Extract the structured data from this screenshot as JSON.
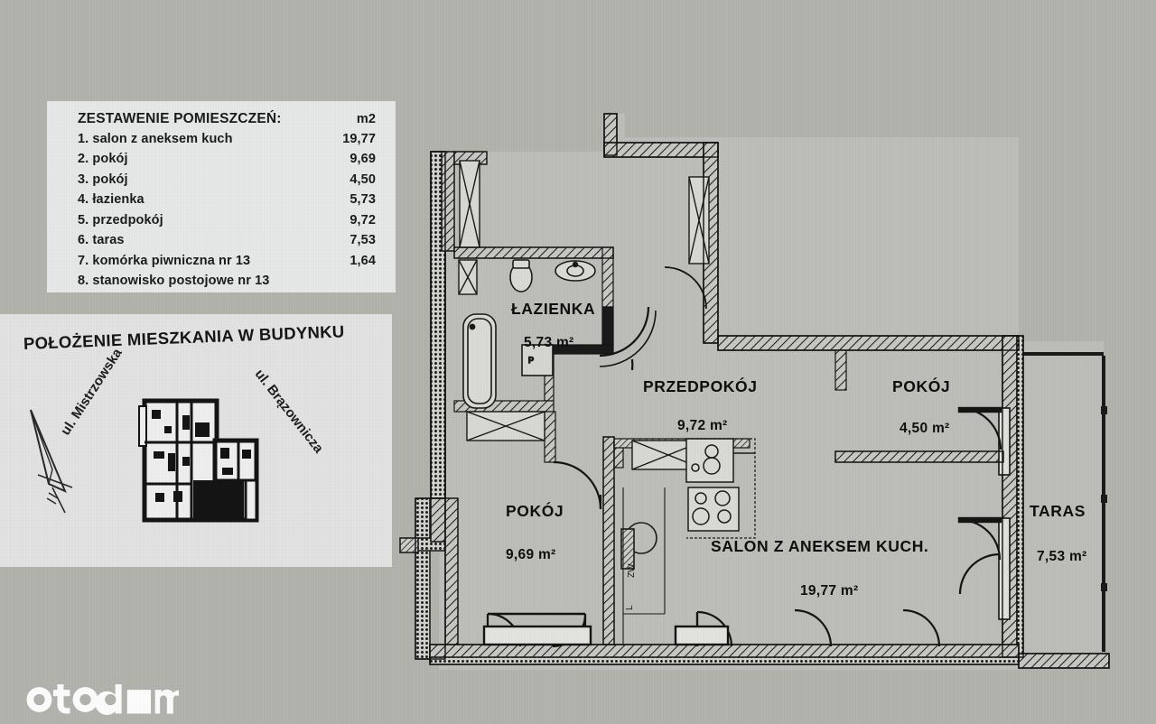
{
  "document": {
    "type": "floor-plan",
    "background_color": "#b4b5af",
    "ink_color": "#111111"
  },
  "legend": {
    "title": "ZESTAWENIE POMIESZCZEŃ:",
    "unit_header": "m2",
    "rows": [
      {
        "label": "1. salon z aneksem kuch",
        "value": "19,77"
      },
      {
        "label": "2. pokój",
        "value": "9,69"
      },
      {
        "label": "3. pokój",
        "value": "4,50"
      },
      {
        "label": "4. łazienka",
        "value": "5,73"
      },
      {
        "label": "5. przedpokój",
        "value": "9,72"
      },
      {
        "label": "6. taras",
        "value": "7,53"
      },
      {
        "label": "7. komórka piwniczna nr 13",
        "value": "1,64"
      },
      {
        "label": "8. stanowisko postojowe nr 13",
        "value": ""
      }
    ]
  },
  "location": {
    "title": "POŁOŻENIE MIESZKANIA W BUDYNKU",
    "street_left": "ul. Mistrzowska",
    "street_right": "ul. Brązownicza"
  },
  "plan": {
    "rooms": [
      {
        "name": "ŁAZIENKA",
        "area": "5,73 m²"
      },
      {
        "name": "PRZEDPOKÓJ",
        "area": "9,72 m²"
      },
      {
        "name": "POKÓJ",
        "area": "4,50 m²"
      },
      {
        "name": "POKÓJ",
        "area": "9,69 m²"
      },
      {
        "name": "SALON Z ANEKSEM KUCH.",
        "area": "19,77 m²"
      },
      {
        "name": "TARAS",
        "area": "7,53 m²"
      }
    ],
    "annotations": [
      {
        "text": "ZW"
      },
      {
        "text": "L"
      },
      {
        "text": "P"
      }
    ]
  },
  "watermark": {
    "brand": "otodom"
  }
}
